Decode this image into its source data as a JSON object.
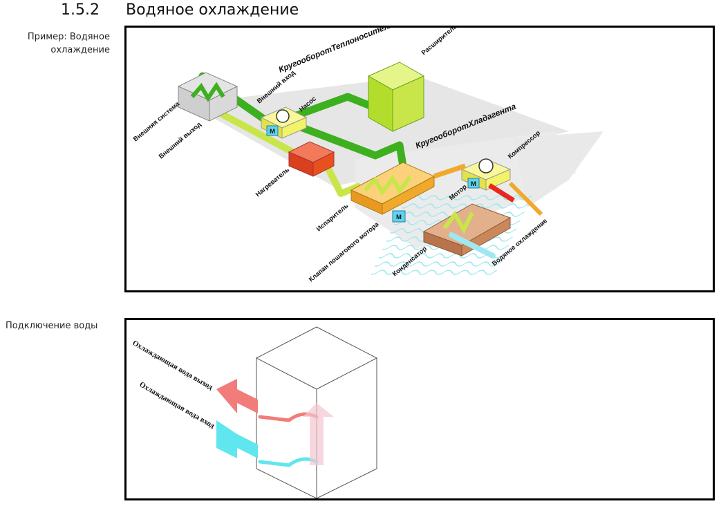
{
  "heading": {
    "number": "1.5.2",
    "title": "Водяное охлаждение"
  },
  "sections": [
    {
      "side_label": "Пример: Водяное охлаждение"
    },
    {
      "side_label": "Подключение воды"
    }
  ],
  "diagram1": {
    "labels": {
      "heat_carrier_loop": "КругооборотТеплоносителя",
      "expansion_vessel": "Расширительный сосуд",
      "external_inlet": "Внешний вход",
      "pump": "Насос",
      "external_system": "Внешняя система",
      "external_outlet": "Внешний выход",
      "refrigerant_loop": "КругооборотХладагента",
      "compressor": "Компрессор",
      "heater": "Нагреватель",
      "motor": "Мотор",
      "evaporator": "Испаритель",
      "water_cooling": "Водяное охлаждение",
      "stepper_valve": "Клапан пошагового мотора",
      "condenser": "Конденсатор",
      "motor_badge": "M"
    },
    "colors": {
      "green_pipe": "#3cb01e",
      "light_green_pipe": "#c8e64a",
      "yellow_box": "#f3f36a",
      "orange_box": "#f0a92a",
      "red_box": "#e8401e",
      "brown_box": "#c9875a",
      "cyan_motor": "#5fd3ee",
      "water_blue": "#9ee8f2",
      "red_pipe": "#e8281e"
    }
  },
  "diagram2": {
    "labels": {
      "cooling_water_out": "Охлаждающая вода выход",
      "cooling_water_in": "Охлаждающая вода вход"
    },
    "colors": {
      "out_arrow": "#f27c7a",
      "in_arrow": "#5fe6ee"
    }
  }
}
